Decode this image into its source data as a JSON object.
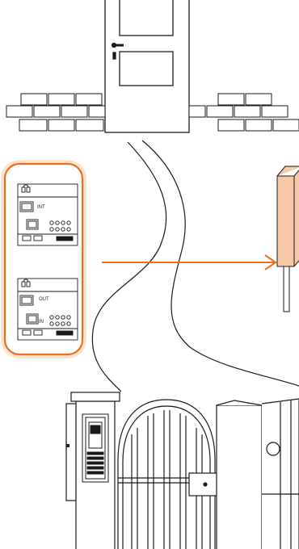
{
  "devices": {
    "top_label": "INT",
    "bottom_label_out": "OUT",
    "bottom_label_in": "IN"
  },
  "colors": {
    "stroke": "#1a1a1a",
    "accent": "#e8701e",
    "highlight_glow": "#f5b07a",
    "cabinet_fill": "#f7c9a7",
    "background": "#ffffff"
  },
  "icons": {
    "door": "door-icon",
    "gate": "gate-icon",
    "brick_wall": "brick-wall-icon",
    "junction_box": "junction-box-icon",
    "arrow": "arrow-right-icon",
    "entry_panel": "entry-panel-icon"
  }
}
